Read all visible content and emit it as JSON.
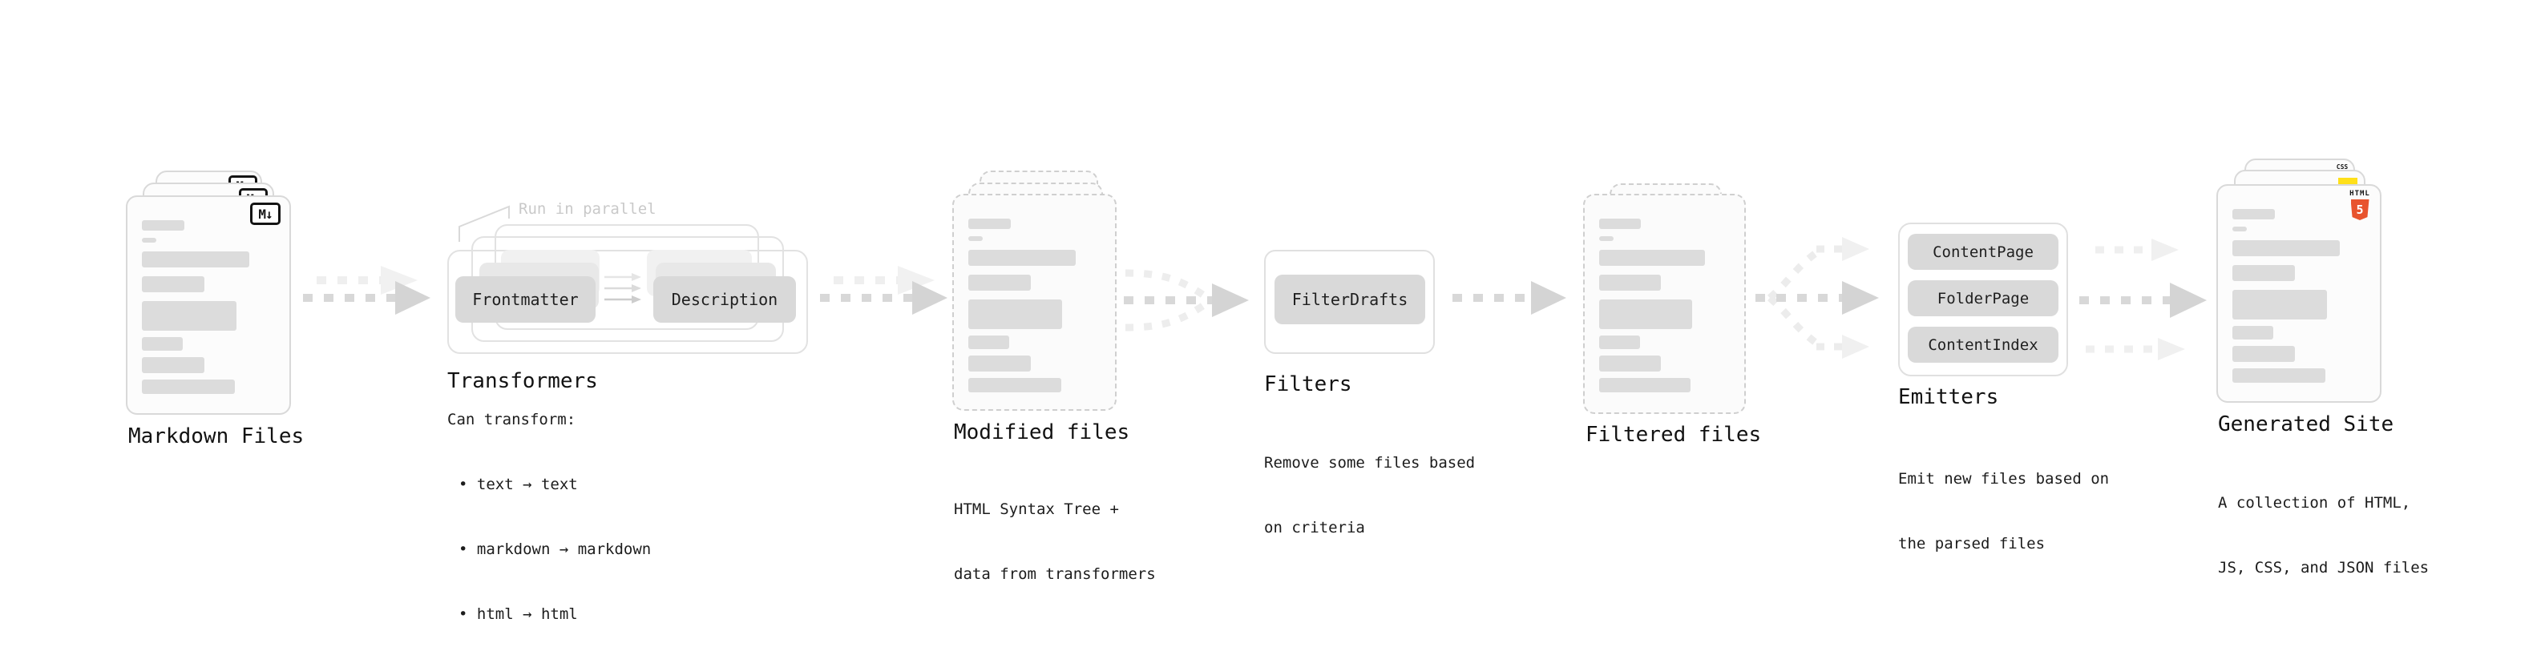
{
  "markdown_files": {
    "title": "Markdown Files",
    "badge": "M↓"
  },
  "transformers": {
    "callout": "Run in parallel",
    "node_a": "Frontmatter",
    "node_b": "Description",
    "title": "Transformers",
    "subtitle": "Can transform:",
    "bullets": [
      "• text → text",
      "• markdown → markdown",
      "• html → html"
    ]
  },
  "modified_files": {
    "title": "Modified files",
    "desc": [
      "HTML Syntax Tree +",
      "data from transformers"
    ]
  },
  "filters": {
    "node": "FilterDrafts",
    "title": "Filters",
    "desc": [
      "Remove some files based",
      "on criteria"
    ]
  },
  "filtered_files": {
    "title": "Filtered files"
  },
  "emitters": {
    "nodes": [
      "ContentPage",
      "FolderPage",
      "ContentIndex"
    ],
    "title": "Emitters",
    "desc": [
      "Emit new files based on",
      "the parsed files"
    ]
  },
  "generated_site": {
    "title": "Generated Site",
    "desc": [
      "A collection of HTML,",
      "JS, CSS, and JSON files"
    ],
    "badges": {
      "css": "CSS",
      "html_label": "HTML",
      "html_number": "5"
    }
  },
  "colors": {
    "html-orange": "#e8542e",
    "js-yellow": "#ffe01a",
    "css-blue": "#2965f1",
    "arrow-main": "#d8d8d8",
    "arrow-ghost": "#efefef",
    "node-gray": "#d9d9d9"
  }
}
